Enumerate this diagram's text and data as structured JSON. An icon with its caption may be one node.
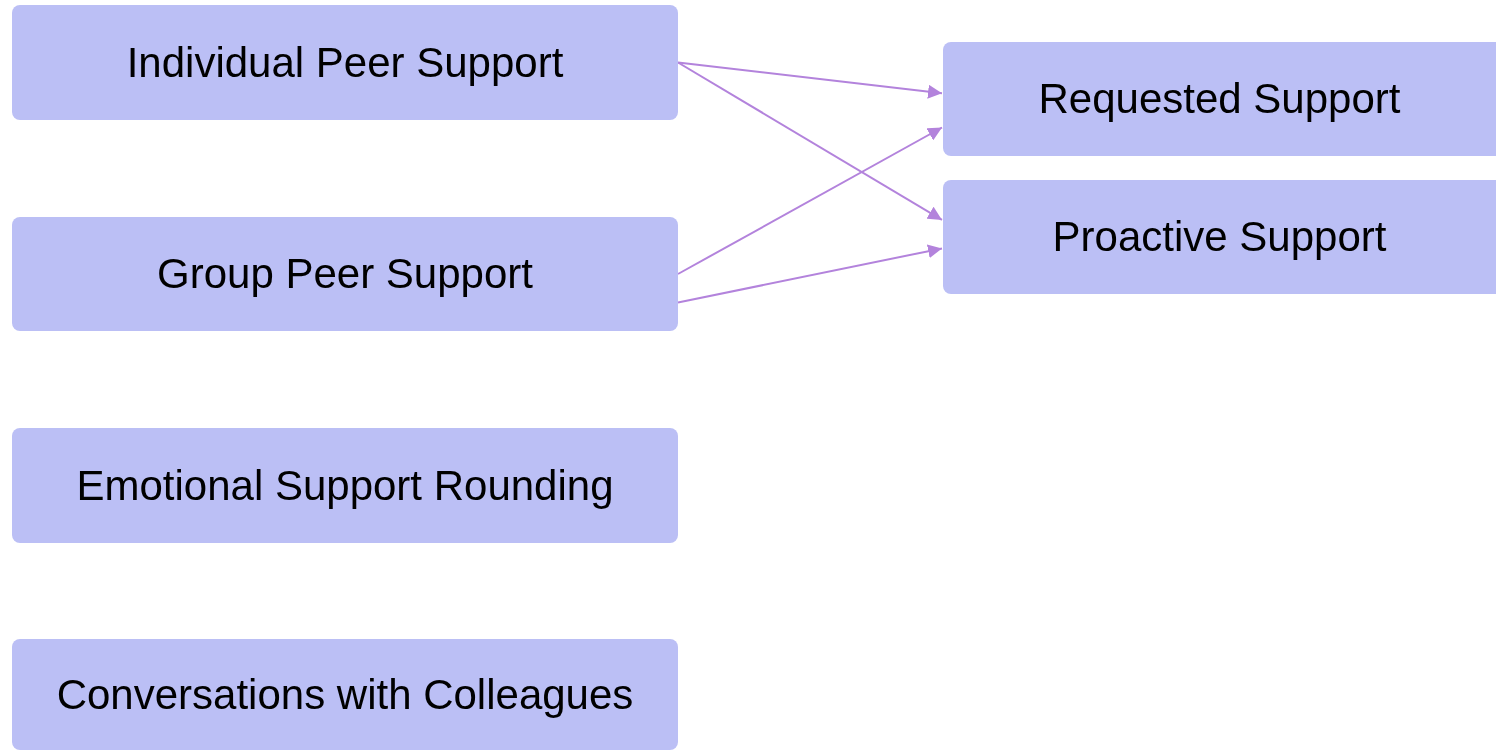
{
  "diagram": {
    "nodes": [
      {
        "text": [
          "Individual Peer Support"
        ]
      },
      {
        "text": [
          "Group Peer Support"
        ]
      },
      {
        "text": [
          "Emotional Support Rounding"
        ]
      },
      {
        "text": [
          "Conversations with Colleagues"
        ]
      },
      {
        "text": [
          "Requested Support"
        ]
      },
      {
        "text": [
          "Proactive Support"
        ]
      }
    ],
    "edges": [
      {
        "from": 0,
        "to": 4,
        "arrow": "to"
      },
      {
        "from": 0,
        "to": 5,
        "arrow": "to"
      },
      {
        "from": 1,
        "to": 4,
        "arrow": "to"
      },
      {
        "from": 1,
        "to": 5,
        "arrow": "to"
      }
    ]
  }
}
